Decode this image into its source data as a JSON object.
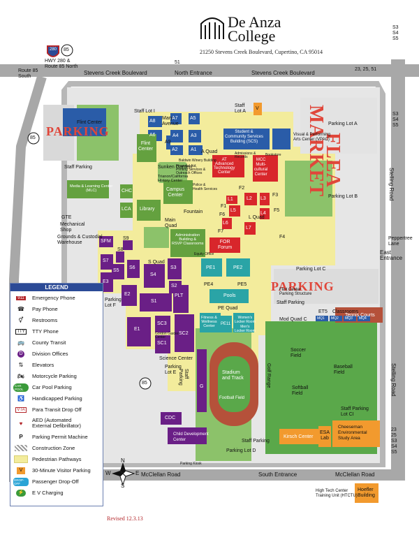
{
  "header": {
    "logo_line1": "De Anza",
    "logo_line2": "College",
    "address": "21250 Stevens Creek Boulevard, Cupertino, CA 95014"
  },
  "roads": {
    "stevens_creek_1": "Stevens Creek Boulevard",
    "stevens_creek_2": "Stevens Creek Boulevard",
    "north_entrance": "North Entrance",
    "stelling_1": "Stelling Road",
    "stelling_2": "Stelling Road",
    "mcclellan_1": "McClellan Road",
    "mcclellan_2": "McClellan Road",
    "south_entrance": "South Entrance",
    "east_entrance": "East\nEntrance",
    "peppertree": "Peppertree\nLane",
    "route85_south": "Route 85\nSouth",
    "hwy_280_85": "HWY 280 &\nRoute 85 North",
    "mary_avenue": "Mary\nAvenue",
    "shield_280": "280",
    "shield_85a": "85",
    "shield_85b": "85",
    "shield_85c": "85",
    "bus_lines_top": "S3\nS4\nS5",
    "bus_lines_right": "S3\nS4\nS5",
    "bus_lines_ne": "23, 25, 51",
    "bus_lines_bottom": "23\n25\nS3\nS4\nS5",
    "route_51": "51"
  },
  "big_labels": {
    "parking_west": "PARKING",
    "parking_east": "PARKING",
    "flea": "FLEA",
    "market": "MARKET"
  },
  "buildings": [
    {
      "id": "A8",
      "label": "A8"
    },
    {
      "id": "A7",
      "label": "A7"
    },
    {
      "id": "A6",
      "label": "A6"
    },
    {
      "id": "A5",
      "label": "A5"
    },
    {
      "id": "A4",
      "label": "A4"
    },
    {
      "id": "A3",
      "label": "A3"
    },
    {
      "id": "A1",
      "label": "A1"
    },
    {
      "id": "A2",
      "label": "A2"
    },
    {
      "id": "A9",
      "label": "A9"
    },
    {
      "id": "flint",
      "label": "Flint\nCenter"
    },
    {
      "id": "scs",
      "label": "Student &\nCommunity Services\nBuilding (SCS)"
    },
    {
      "id": "at",
      "label": "AT\nAdvanced\nTechnology\nCenter"
    },
    {
      "id": "mcc",
      "label": "MCC\nMulti-\ncultural\nCenter"
    },
    {
      "id": "vpac",
      "label": "Visual & Performing\nArts Center (VPAC)"
    },
    {
      "id": "mlc",
      "label": "Media & Learning Center\n(MLC)"
    },
    {
      "id": "chc",
      "label": "CHC"
    },
    {
      "id": "lca",
      "label": "LCA"
    },
    {
      "id": "library",
      "label": "Library"
    },
    {
      "id": "campus_center",
      "label": "Campus\nCenter"
    },
    {
      "id": "admin",
      "label": "Administration\nBuilding &\nRSVP Classrooms"
    },
    {
      "id": "for",
      "label": "FOR\nForum"
    },
    {
      "id": "l2",
      "label": "L2"
    },
    {
      "id": "l3",
      "label": "L3"
    },
    {
      "id": "l4",
      "label": "L4"
    },
    {
      "id": "l5",
      "label": "L5"
    },
    {
      "id": "l6",
      "label": "L6"
    },
    {
      "id": "l7",
      "label": "L7"
    },
    {
      "id": "l1",
      "label": "L1"
    },
    {
      "id": "f1",
      "label": "F1"
    },
    {
      "id": "f2",
      "label": "F2"
    },
    {
      "id": "f3",
      "label": "F3"
    },
    {
      "id": "f4",
      "label": "F4"
    },
    {
      "id": "f5",
      "label": "F5"
    },
    {
      "id": "f6",
      "label": "F6"
    },
    {
      "id": "f7",
      "label": "F7"
    },
    {
      "id": "pe1",
      "label": "PE1"
    },
    {
      "id": "pe2",
      "label": "PE2"
    },
    {
      "id": "pe4",
      "label": "PE4"
    },
    {
      "id": "pe5",
      "label": "PE5"
    },
    {
      "id": "pools",
      "label": "Pools"
    },
    {
      "id": "fitness",
      "label": "Fitness &\nWellness\nCenter"
    },
    {
      "id": "pe11",
      "label": "PE11"
    },
    {
      "id": "womens",
      "label": "Women's\nLocker Room"
    },
    {
      "id": "mens",
      "label": "Men's\nLocker Room"
    },
    {
      "id": "sfm",
      "label": "SFM"
    },
    {
      "id": "s9",
      "label": "S9"
    },
    {
      "id": "s8",
      "label": "S8"
    },
    {
      "id": "s7",
      "label": "S7"
    },
    {
      "id": "s6",
      "label": "S6"
    },
    {
      "id": "s5",
      "label": "S5"
    },
    {
      "id": "s4",
      "label": "S4"
    },
    {
      "id": "s3",
      "label": "S3"
    },
    {
      "id": "s2",
      "label": "S2"
    },
    {
      "id": "s1",
      "label": "S1"
    },
    {
      "id": "e3",
      "label": "E3"
    },
    {
      "id": "e2",
      "label": "E2"
    },
    {
      "id": "e1",
      "label": "E1"
    },
    {
      "id": "plt",
      "label": "PLT"
    },
    {
      "id": "sc3",
      "label": "SC3"
    },
    {
      "id": "sc1",
      "label": "SC1"
    },
    {
      "id": "sc2",
      "label": "SC2"
    },
    {
      "id": "g",
      "label": "G"
    },
    {
      "id": "cdc",
      "label": "CDC"
    },
    {
      "id": "kirsch",
      "label": "Kirsch Center"
    },
    {
      "id": "esa",
      "label": "ESA\nLab"
    },
    {
      "id": "cheeseman",
      "label": "Cheeseman\nEnvironmental\nStudy Area"
    },
    {
      "id": "hoefler",
      "label": "Hoefler\nBuilding"
    },
    {
      "id": "mq1",
      "label": "MQ1"
    },
    {
      "id": "mq2",
      "label": "MQ2"
    },
    {
      "id": "mq3",
      "label": "MQ3"
    },
    {
      "id": "mq4",
      "label": "MQ4"
    },
    {
      "id": "v",
      "label": "V"
    }
  ],
  "places": {
    "staff_lot_i": "Staff Lot I",
    "staff_lot_a": "Staff\nLot A",
    "parking_lot_a": "Parking Lot A",
    "parking_lot_b": "Parking Lot B",
    "parking_lot_c": "Parking Lot C",
    "parking_lot_d": "Parking Lot D",
    "parking_lot_e": "Parking\nLot E",
    "parking_lot_f": "Parking\nLot F",
    "staff_parking_w": "Staff Parking",
    "staff_parking_e": "Staff Parking",
    "staff_parking_s": "Staff Parking",
    "staff_parking_g": "Staff\nParking",
    "staff_parking_lot_ci": "Staff Parking\nLot CI",
    "sunken_garden": "Sunken Garden",
    "history_center": "Trianon/California\nHistory Center",
    "main_quad": "Main\nQuad",
    "fountain": "Fountain",
    "a_quad": "A Quad",
    "l_quad": "L Quad",
    "s_quad": "S Quad",
    "pe_quad": "PE Quad",
    "mod_quad_c": "Mod Quad C",
    "et5": "ET5",
    "classrooms": "Classrooms",
    "tennis": "Tennis Courts",
    "soccer": "Soccer\nField",
    "baseball": "Baseball\nField",
    "softball": "Softball\nField",
    "stadium": "Stadium\nand Track",
    "football": "Football Field",
    "golf_range": "Golf Range",
    "parking_structure": "Flint Center\nParking Structure",
    "flint_parking_structure": "Flint Center",
    "gte": "GTE",
    "mechanical": "Mechanical\nShop",
    "grounds": "Grounds & Custodial\nWarehouse",
    "science_center": "Science Center",
    "cdc_label": "Child Development\nCenter",
    "high_tech": "High Tech Center\nTraining Unit (HTCTU)",
    "baldwin": "Baldwin Winery Building",
    "financial_aid": "Financial Aid,\nPrinting Services &\nOutreach Offices",
    "police": "Police &\nHealth Services",
    "admissions": "Admissions &\nRecords",
    "bookstore": "Bookstore",
    "equity_office": "Equity Office",
    "garden_center": "Gordon Garden\nCenter",
    "parking_kiosk": "Parking Kiosk"
  },
  "legend": {
    "title": "LEGEND",
    "items": [
      {
        "icon": "emergency-phone",
        "label": "Emergency Phone"
      },
      {
        "icon": "pay-phone",
        "label": "Pay Phone"
      },
      {
        "icon": "restrooms",
        "label": "Restrooms"
      },
      {
        "icon": "tty-phone",
        "label": "TTY Phone"
      },
      {
        "icon": "county-transit",
        "label": "County Transit"
      },
      {
        "icon": "division-offices",
        "label": "Division Offices"
      },
      {
        "icon": "elevators",
        "label": "Elevators"
      },
      {
        "icon": "motorcycle-parking",
        "label": "Motorcycle Parking"
      },
      {
        "icon": "car-pool",
        "label": "Car Pool Parking"
      },
      {
        "icon": "handicapped",
        "label": "Handicapped Parking"
      },
      {
        "icon": "para-transit",
        "label": "Para Transit Drop Off"
      },
      {
        "icon": "aed",
        "label": "AED (Automated\nExternal Defibrillator)"
      },
      {
        "icon": "parking-permit",
        "label": "Parking Permit Machine"
      },
      {
        "icon": "construction",
        "label": "Construction Zone"
      },
      {
        "icon": "pedestrian",
        "label": "Pedestrian Pathways"
      },
      {
        "icon": "visitor-parking",
        "label": "30-Minute Visitor Parking"
      },
      {
        "icon": "drop-off",
        "label": "Passenger Drop-Off"
      },
      {
        "icon": "ev-charging",
        "label": "E V Charging"
      }
    ],
    "icon_text": {
      "emergency": "911",
      "tty": "TTY",
      "division": "D",
      "vta": "VTA",
      "permit": "P",
      "visitor": "V",
      "dropoff": "DROP-OFF",
      "carpool": "CAR POOL"
    }
  },
  "compass": {
    "n": "N",
    "s": "S",
    "e": "E",
    "w": "W"
  },
  "revised": "Revised 12.3.13",
  "colors": {
    "road": "#9a9a9a",
    "lawn": "#8cc26a",
    "pathway": "#f3ec9c",
    "parking": "#e8e8e8",
    "blue_bldg": "#2a5ca8",
    "red_bldg": "#d8262b",
    "purple_bldg": "#6a1f86",
    "green_bldg": "#64a13f",
    "teal_bldg": "#2aa4a6",
    "orange_bldg": "#f29a2e",
    "track": "#b5513a",
    "field": "#5aa84a",
    "big_text": "#e0463a"
  }
}
